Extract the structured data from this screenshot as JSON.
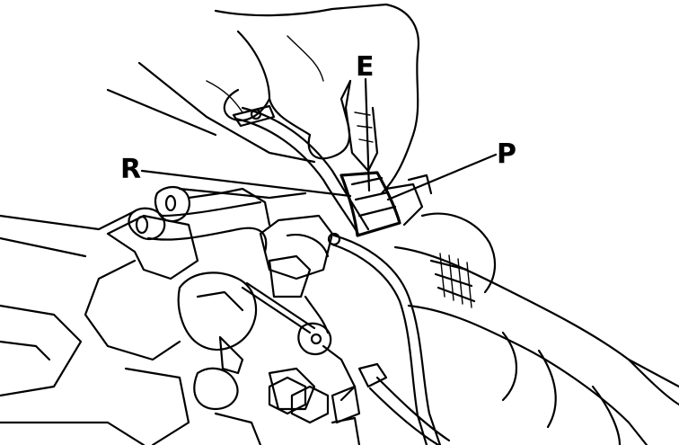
{
  "callouts": {
    "e": {
      "label": "E"
    },
    "r": {
      "label": "R"
    },
    "p": {
      "label": "P"
    }
  },
  "colors": {
    "ink": "#000000",
    "paper": "#ffffff"
  }
}
